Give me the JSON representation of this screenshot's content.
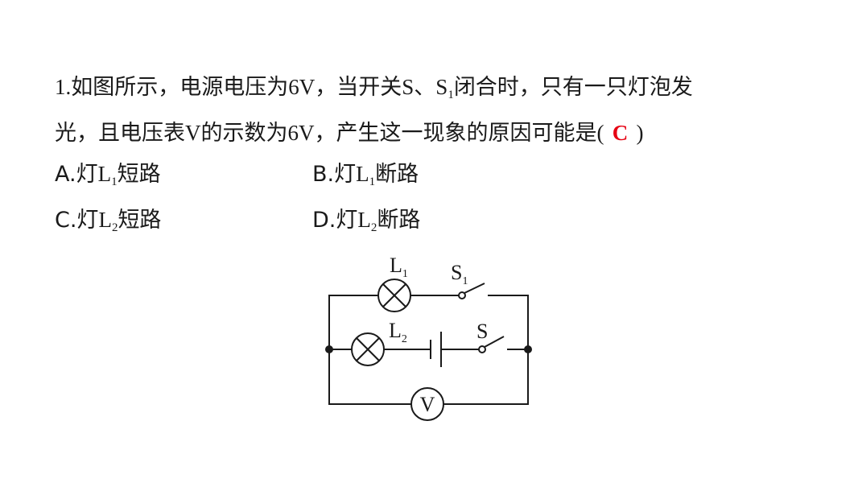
{
  "question": {
    "number": "1.",
    "line1_a": "如图所示，电源电压为",
    "voltage_1": "6V",
    "line1_b": "，当开关",
    "switch_s": "S",
    "sep": "、",
    "switch_s1_base": "S",
    "switch_s1_sub": "1",
    "line1_c": "闭合时，只有一只灯泡发",
    "line2_a": "光，且电压表",
    "meter_v": "V",
    "line2_b": "的示数为",
    "voltage_2": "6V",
    "line2_c": "，产生这一现象的原因可能是",
    "paren_open": "(",
    "answer": "C",
    "paren_close": ")"
  },
  "options": [
    {
      "prefix": "A.灯",
      "lamp": "L",
      "sub": "1",
      "suffix": "短路"
    },
    {
      "prefix": "B.灯",
      "lamp": "L",
      "sub": "1",
      "suffix": "断路"
    },
    {
      "prefix": "C.灯",
      "lamp": "L",
      "sub": "2",
      "suffix": "短路"
    },
    {
      "prefix": "D.灯",
      "lamp": "L",
      "sub": "2",
      "suffix": "断路"
    }
  ],
  "circuit": {
    "lamp1_label": "L",
    "lamp1_sub": "1",
    "lamp2_label": "L",
    "lamp2_sub": "2",
    "switch1_label": "S",
    "switch1_sub": "1",
    "switch_label": "S",
    "voltmeter_label": "V"
  },
  "colors": {
    "answer": "#e60012",
    "text": "#1a1a1a"
  }
}
